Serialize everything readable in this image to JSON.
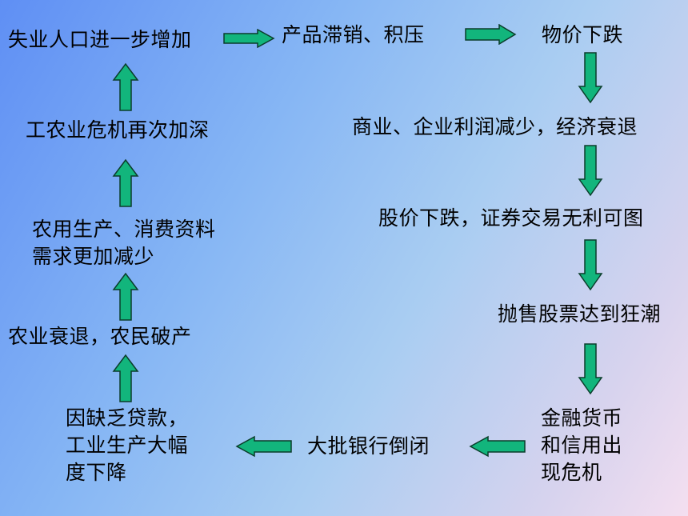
{
  "nodes": {
    "unemployment": "失业人口进一步增加",
    "unsold_products": "产品滞销、积压",
    "price_drop": "物价下跌",
    "profit_drop": "商业、企业利润减少，经济衰退",
    "stock_drop": "股价下跌，证券交易无利可图",
    "panic_selling": "抛售股票达到狂潮",
    "financial_crisis": [
      "金融货币",
      "和信用出",
      "现危机"
    ],
    "bank_failures": "大批银行倒闭",
    "industry_decline": [
      "因缺乏贷款，",
      "工业生产大幅",
      "度下降"
    ],
    "agri_decline": "农业衰退，农民破产",
    "demand_drop": [
      "农用生产、消费资料",
      "需求更加减少"
    ],
    "deepening_crisis": "工农业危机再次加深"
  },
  "colors": {
    "arrow_fill": "#12b57c",
    "arrow_stroke": "#0b3d2b"
  }
}
